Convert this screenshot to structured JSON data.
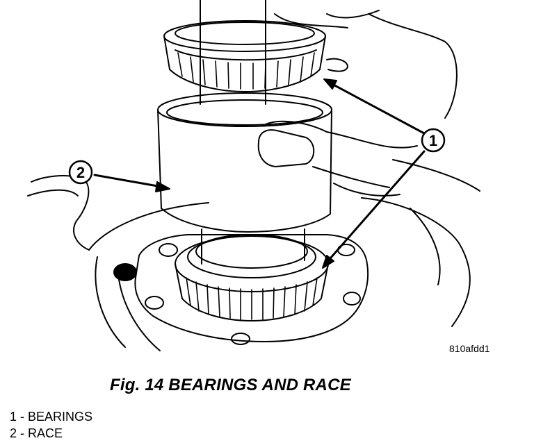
{
  "figure": {
    "drawing_code": "810afdd1",
    "caption": "Fig. 14 BEARINGS AND RACE",
    "callouts": [
      {
        "number": "1",
        "label": "BEARINGS"
      },
      {
        "number": "2",
        "label": "RACE"
      }
    ],
    "legend": [
      {
        "text": "1 - BEARINGS"
      },
      {
        "text": "2 - RACE"
      }
    ]
  }
}
